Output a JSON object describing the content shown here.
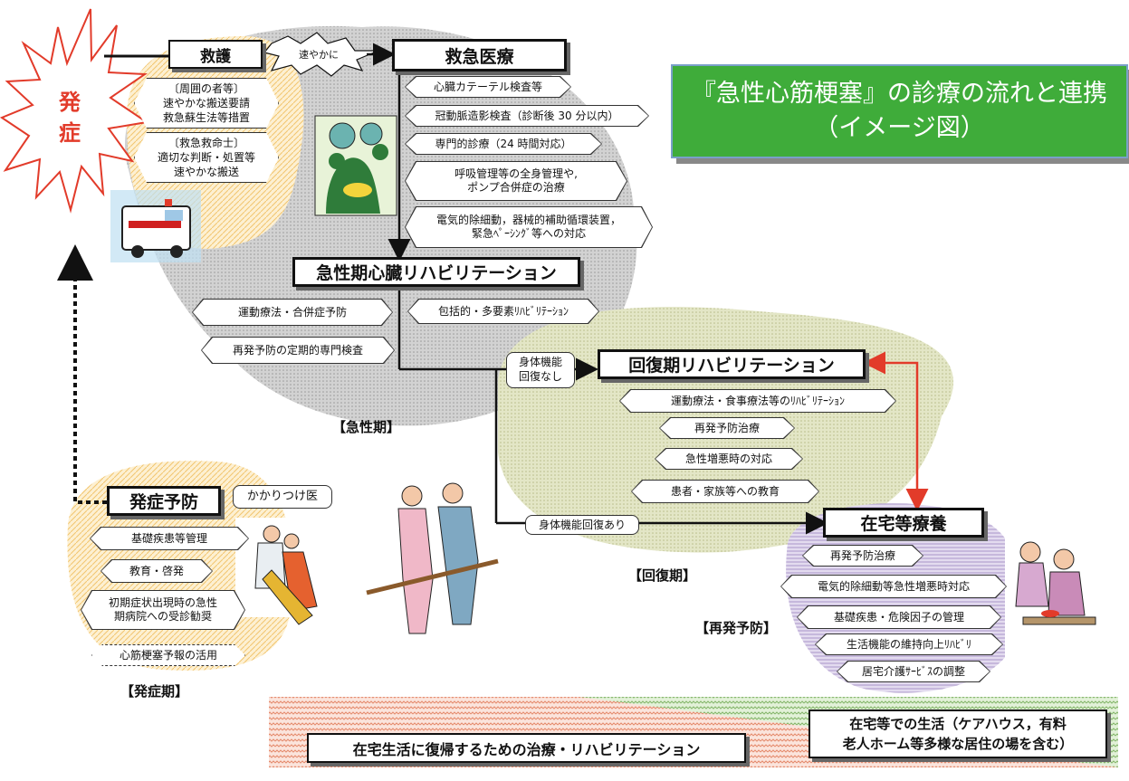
{
  "title": {
    "line1": "『急性心筋梗塞』の診療の流れと連携",
    "line2": "（イメージ図）"
  },
  "onset": {
    "line1": "発",
    "line2": "症"
  },
  "rescue": {
    "label": "救護",
    "speed_label": "速やかに",
    "items": [
      "〔周囲の者等〕\n速やかな搬送要請\n救急蘇生法等措置",
      "〔救急救命士〕\n適切な判断・処置等\n速やかな搬送"
    ]
  },
  "emergency": {
    "label": "救急医療",
    "items": [
      "心臓カテーテル検査等",
      "冠動脈造影検査（診断後 30 分以内）",
      "専門的診療（24 時間対応）",
      "呼吸管理等の全身管理や,\nポンプ合併症の治療",
      "電気的除細動，器械的補助循環装置，\n緊急ﾍﾟｰｼﾝｸﾞ等への対応"
    ]
  },
  "acute_rehab": {
    "label": "急性期心臓リハビリテーション",
    "items": [
      "運動療法・合併症予防",
      "包括的・多要素ﾘﾊﾋﾞﾘﾃｰｼｮﾝ",
      "再発予防の定期的専門検査"
    ]
  },
  "branch": {
    "no_recovery": "身体機能\n回復なし",
    "recovery": "身体機能回復あり"
  },
  "recovery_rehab": {
    "label": "回復期リハビリテーション",
    "items": [
      "運動療法・食事療法等のﾘﾊﾋﾞﾘﾃｰｼｮﾝ",
      "再発予防治療",
      "急性増悪時の対応",
      "患者・家族等への教育"
    ]
  },
  "home_care": {
    "label": "在宅等療養",
    "items": [
      "再発予防治療",
      "電気的除細動等急性増悪時対応",
      "基礎疾患・危険因子の管理",
      "生活機能の維持向上ﾘﾊﾋﾞﾘ",
      "居宅介護ｻｰﾋﾞｽの調整"
    ]
  },
  "prevention": {
    "label": "発症予防",
    "doctor": "かかりつけ医",
    "items": [
      "基礎疾患等管理",
      "教育・啓発",
      "初期症状出現時の急性\n期病院への受診勧奨",
      "心筋梗塞予報の活用"
    ]
  },
  "phases": {
    "acute": "【急性期】",
    "recovery": "【回復期】",
    "relapse": "【再発予防】",
    "onset": "【発症期】"
  },
  "bottom": {
    "left": "在宅生活に復帰するための治療・リハビリテーション",
    "right_line1": "在宅等での生活（ケアハウス，有料",
    "right_line2": "老人ホーム等多様な居住の場を含む）"
  },
  "colors": {
    "green": "#3fac3a",
    "red": "#e23b2a",
    "acute_bg": "#c9c9c9",
    "recovery_bg": "#dfe3c0",
    "home_bg": "#d7cde8",
    "prevention_bg": "#fde7b9"
  }
}
